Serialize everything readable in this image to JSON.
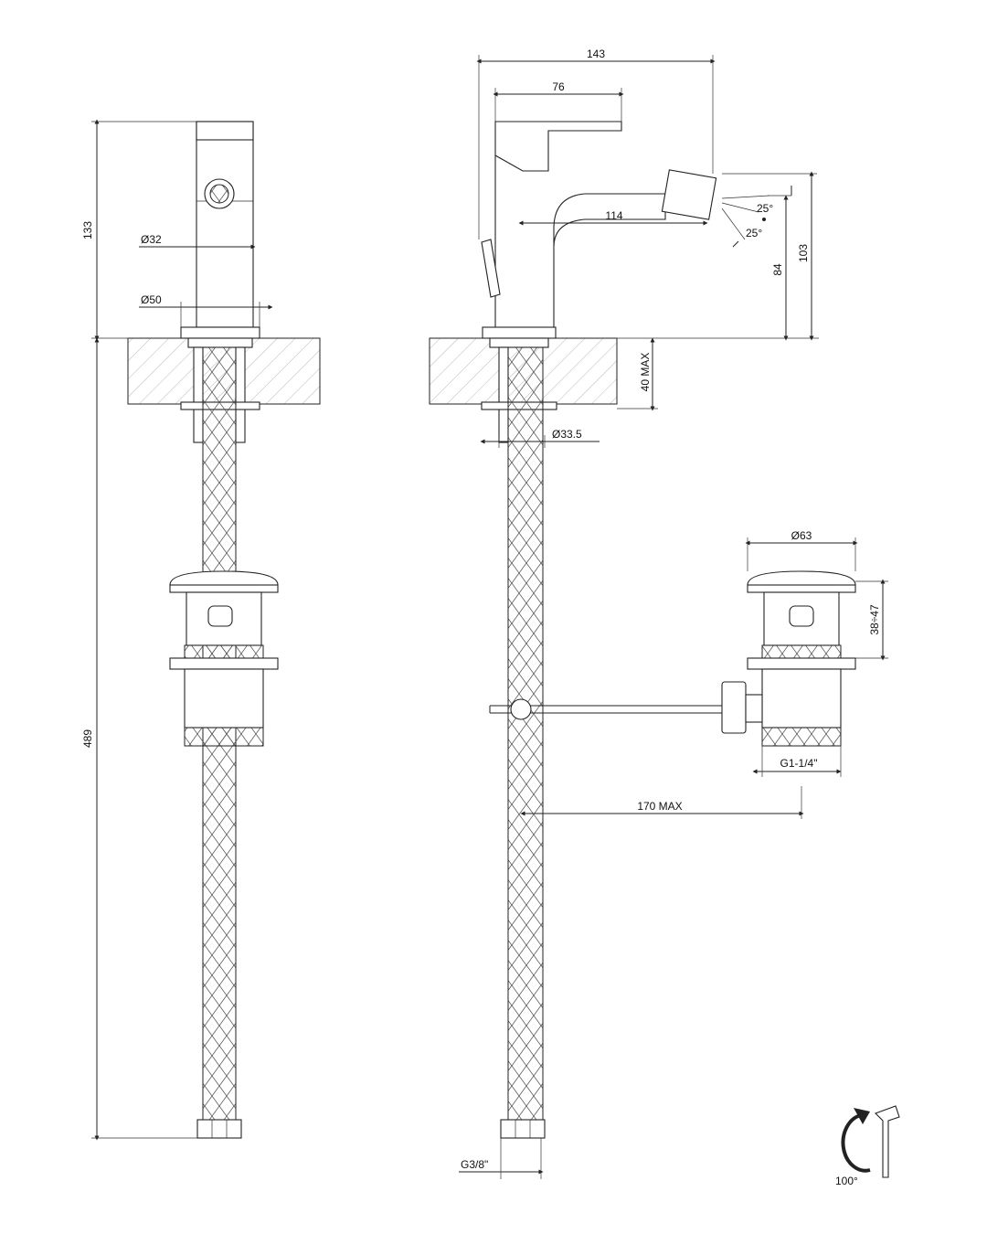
{
  "dimensions": {
    "side_height": "133",
    "total_length": "489",
    "spout_dia": "Ø32",
    "base_dia": "Ø50",
    "width_overall": "143",
    "handle_length": "76",
    "spout_reach": "114",
    "angle_up": "25°",
    "angle_down": "25°",
    "outlet_height": "84",
    "total_height": "103",
    "deck_max": "40 MAX",
    "shank_dia": "Ø33.5",
    "waste_cap_dia": "Ø63",
    "waste_range": "38÷47",
    "waste_thread": "G1-1/4\"",
    "rod_reach": "170 MAX",
    "hose_thread": "G3/8\"",
    "rotation": "100°"
  },
  "colors": {
    "line": "#222222",
    "hatch": "#999999",
    "background": "#ffffff"
  }
}
